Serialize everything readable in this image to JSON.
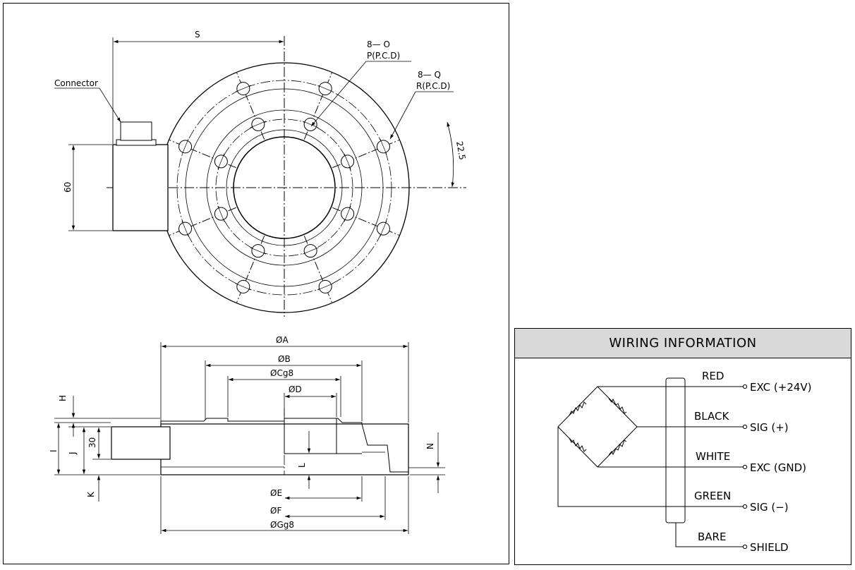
{
  "drawing": {
    "top_view": {
      "dim_s": "S",
      "connector_label": "Connector",
      "dim_60": "60",
      "holes_o_count": "8— O",
      "holes_o_pcd": "P(P.C.D)",
      "holes_q_count": "8— Q",
      "holes_q_pcd": "R(P.C.D)",
      "angle": "22.5"
    },
    "side_view": {
      "dim_a": "ØA",
      "dim_b": "ØB",
      "dim_c": "ØCg8",
      "dim_d": "ØD",
      "dim_e": "ØE",
      "dim_f": "ØF",
      "dim_g": "ØGg8",
      "dim_h": "H",
      "dim_i": "I",
      "dim_j": "J",
      "dim_30": "30",
      "dim_k": "K",
      "dim_l": "L",
      "dim_n": "N"
    }
  },
  "wiring": {
    "title": "WIRING INFORMATION",
    "wires": [
      {
        "color": "RED",
        "signal": "EXC (+24V)"
      },
      {
        "color": "BLACK",
        "signal": "SIG (+)"
      },
      {
        "color": "WHITE",
        "signal": "EXC (GND)"
      },
      {
        "color": "GREEN",
        "signal": "SIG (−)"
      },
      {
        "color": "BARE",
        "signal": "SHIELD"
      }
    ]
  }
}
